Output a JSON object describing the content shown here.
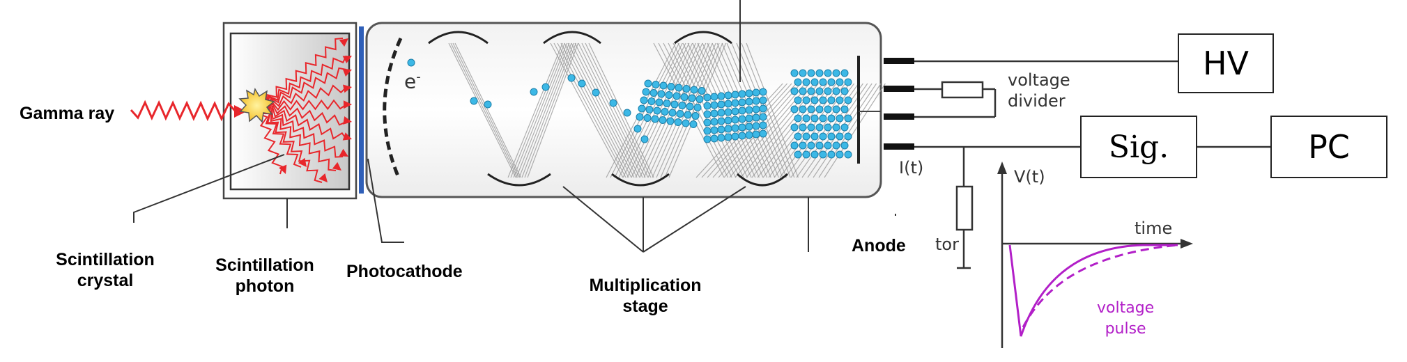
{
  "labels": {
    "gamma_ray": "Gamma ray",
    "scintillation_crystal": [
      "Scintillation",
      "crystal"
    ],
    "scintillation_photon": [
      "Scintillation",
      "photon"
    ],
    "photocathode": "Photocathode",
    "multiplication_stage": [
      "Multiplication",
      "stage"
    ],
    "anode": "Anode",
    "electron": "e",
    "electron_sup": "-",
    "voltage_divider": [
      "voltage",
      "divider"
    ],
    "current": "I(t)",
    "resistor_partial": "tor",
    "v_axis": "V(t)",
    "time_axis": "time",
    "voltage_pulse": [
      "voltage",
      "pulse"
    ]
  },
  "boxes": {
    "hv": "HV",
    "sig": "Sig.",
    "pc": "PC"
  },
  "colors": {
    "photon": "#e8262b",
    "electron": "#3cb8e6",
    "pulse": "#b21fc8",
    "photocathode_layer": "#2f5fb8",
    "line": "#333333"
  }
}
